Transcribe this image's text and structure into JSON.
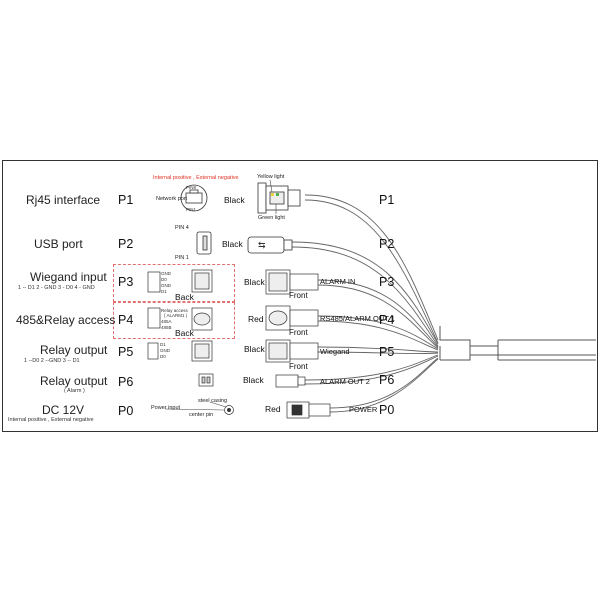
{
  "header": {
    "note": "Internal positive , External negative",
    "yellow_light": "Yellow light",
    "green_light": "Green light"
  },
  "rows": [
    {
      "id": "p1",
      "interface": "Rj45 interface",
      "code": "P1",
      "wire_color": "Black",
      "right_code": "P1",
      "port_label": "Network port",
      "pins": [
        "PIN8",
        "PIN1"
      ]
    },
    {
      "id": "p2",
      "interface": "USB port",
      "code": "P2",
      "wire_color": "Black",
      "right_code": "P2",
      "pins": [
        "PIN 4",
        "PIN 1"
      ]
    },
    {
      "id": "p3",
      "interface": "Wiegand input",
      "sub": "1 -- D1   2 - GND   3 - D0   4 - GND",
      "code": "P3",
      "wire_color": "Black",
      "right_code": "P3",
      "tag": "ALARM IN",
      "back": "Back",
      "front": "Front",
      "pin_labels": [
        "GND",
        "D0",
        "GND",
        "D1"
      ]
    },
    {
      "id": "p4",
      "interface": "485&Relay access",
      "code": "P4",
      "wire_color": "Red",
      "right_code": "P4",
      "tag": "RS485/ALARM OUT 1",
      "back": "Back",
      "front": "Front",
      "pin_labels": [
        "Relay access",
        "( ALARM1 )",
        "485A",
        "485B"
      ]
    },
    {
      "id": "p5",
      "interface": "Relay output",
      "sub": "1 --D0   2 --GND   3 -- D1",
      "code": "P5",
      "wire_color": "Black",
      "right_code": "P5",
      "tag": "Wiegand",
      "front": "Front",
      "pin_labels": [
        "D1",
        "GND",
        "D0"
      ]
    },
    {
      "id": "p6",
      "interface": "Relay output",
      "sub": "( Alarm )",
      "code": "P6",
      "wire_color": "Black",
      "right_code": "P6",
      "tag": "ALARM OUT 2"
    },
    {
      "id": "p0",
      "interface": "DC 12V",
      "sub": "Internal positive , External negative",
      "code": "P0",
      "wire_color": "Red",
      "right_code": "P0",
      "tag": "POWER",
      "power_input": "Power input",
      "steel_casing": "steel casing",
      "center_pin": "center pin"
    }
  ],
  "colors": {
    "accent_red": "#e03020",
    "line": "#444444",
    "box_dash": "#e07070"
  }
}
